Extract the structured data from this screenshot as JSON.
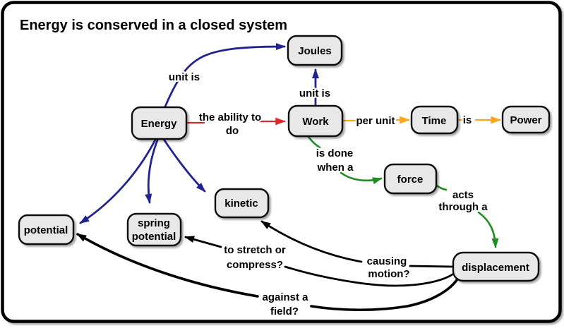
{
  "title": "Energy is conserved in a closed system",
  "colors": {
    "navy": "#23238f",
    "red": "#d92b2b",
    "orange": "#ffa41f",
    "green": "#1f8c1f",
    "line": "#000000",
    "node_fill": "#e8e8e8",
    "node_stroke": "#111111",
    "frame_stroke": "#000000",
    "background": "#ffffff"
  },
  "nodes": {
    "joules": {
      "label": "Joules"
    },
    "energy": {
      "label": "Energy"
    },
    "work": {
      "label": "Work"
    },
    "time": {
      "label": "Time"
    },
    "power": {
      "label": "Power"
    },
    "force": {
      "label": "force"
    },
    "kinetic": {
      "label": "kinetic"
    },
    "spring_potential": {
      "line1": "spring",
      "line2": "potential"
    },
    "potential": {
      "label": "potential"
    },
    "displacement": {
      "label": "displacement"
    }
  },
  "edges": {
    "energy_joules": {
      "label": "unit is",
      "color": "navy"
    },
    "work_joules": {
      "label": "unit is",
      "color": "navy"
    },
    "energy_work": {
      "line1": "the ability to",
      "line2": "do",
      "color": "red"
    },
    "work_time": {
      "label": "per unit",
      "color": "orange"
    },
    "time_power": {
      "label": "is",
      "color": "orange"
    },
    "work_force": {
      "line1": "is done",
      "line2": "when a",
      "color": "green"
    },
    "force_displacement": {
      "line1": "acts",
      "line2": "through a",
      "color": "green"
    },
    "displacement_kinetic": {
      "line1": "causing",
      "line2": "motion?",
      "color": "black"
    },
    "displacement_spring_potential": {
      "line1": "to stretch or",
      "line2": "compress?",
      "color": "black"
    },
    "displacement_potential": {
      "line1": "against a",
      "line2": "field?",
      "color": "black"
    },
    "energy_kinetic": {
      "color": "navy"
    },
    "energy_spring_potential": {
      "color": "navy"
    },
    "energy_potential": {
      "color": "navy"
    }
  }
}
